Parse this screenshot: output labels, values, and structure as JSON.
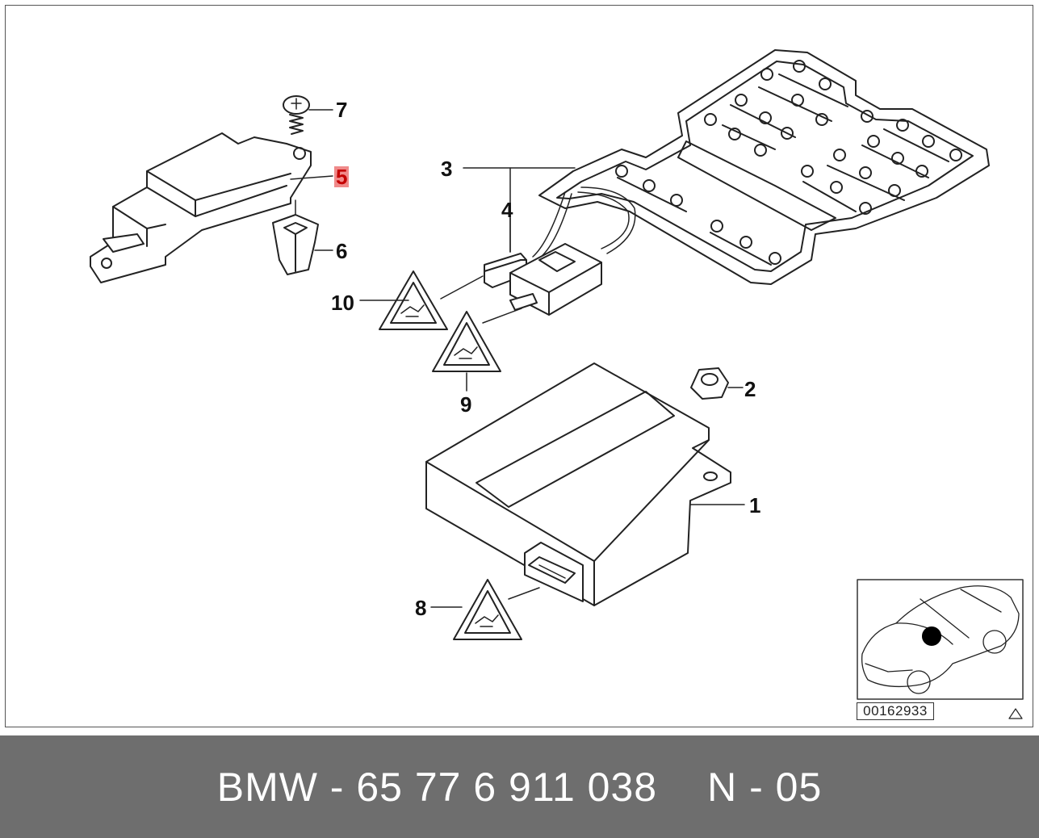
{
  "diagram": {
    "callouts": [
      {
        "id": "1",
        "label": "1"
      },
      {
        "id": "2",
        "label": "2"
      },
      {
        "id": "3",
        "label": "3"
      },
      {
        "id": "4",
        "label": "4"
      },
      {
        "id": "5",
        "label": "5",
        "highlighted": true
      },
      {
        "id": "6",
        "label": "6"
      },
      {
        "id": "7",
        "label": "7"
      },
      {
        "id": "8",
        "label": "8"
      },
      {
        "id": "9",
        "label": "9"
      },
      {
        "id": "10",
        "label": "10"
      }
    ],
    "reference_number": "00162933",
    "highlight_color": "#f08a8a"
  },
  "footer": {
    "brand": "BMW",
    "part_number": "BMW - 65 77 6 911 038",
    "position": "N - 05",
    "background": "#6e6e6e"
  }
}
